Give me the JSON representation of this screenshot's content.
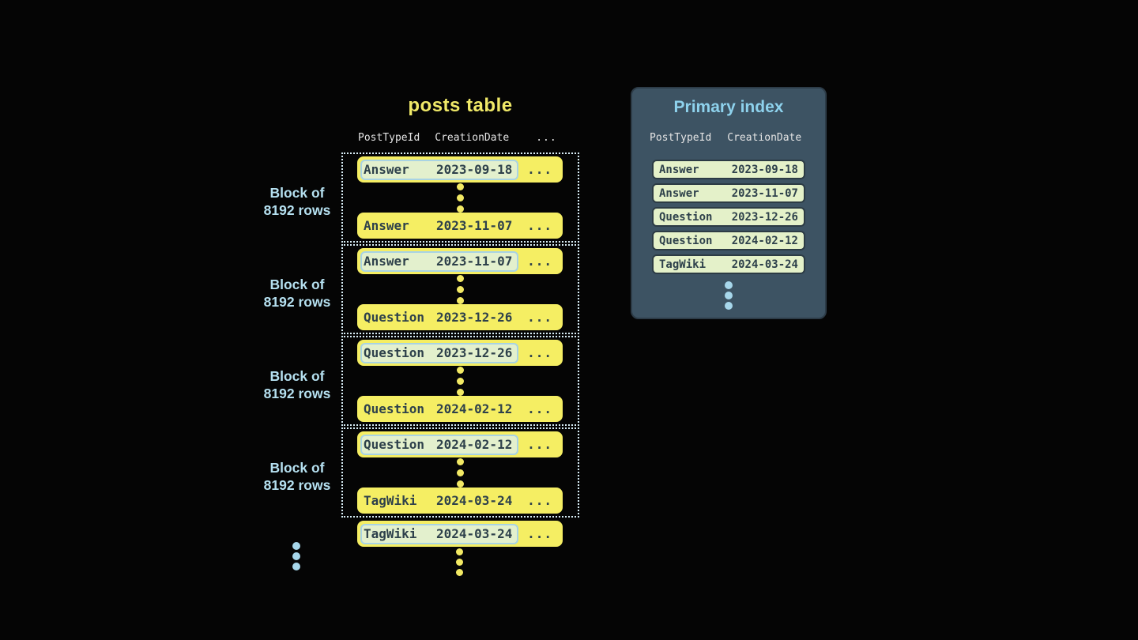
{
  "colors": {
    "background": "#050505",
    "row_yellow": "#f5ee63",
    "row_text": "#2e414b",
    "title_yellow": "#f0e968",
    "highlight_green": "#e3f0cd",
    "highlight_border_blue": "#a8d3e4",
    "block_dotted_border": "#d9eef7",
    "label_blue": "#b5e0f0",
    "header_text": "#e4e4e4",
    "panel_background": "#3d5363",
    "panel_title_blue": "#8ed2ed",
    "index_row_green": "#e4f1c9",
    "index_row_border": "#2c3b44",
    "dots_blue": "#a7d7eb"
  },
  "posts_table": {
    "title": "posts table",
    "columns": {
      "col1": "PostTypeId",
      "col2": "CreationDate",
      "col3": "..."
    },
    "row_ellipsis": "...",
    "blocks": [
      {
        "label_line1": "Block of",
        "label_line2": "8192 rows",
        "first_row": {
          "post_type": "Answer",
          "creation_date": "2023-09-18"
        },
        "last_row": {
          "post_type": "Answer",
          "creation_date": "2023-11-07"
        }
      },
      {
        "label_line1": "Block of",
        "label_line2": "8192 rows",
        "first_row": {
          "post_type": "Answer",
          "creation_date": "2023-11-07"
        },
        "last_row": {
          "post_type": "Question",
          "creation_date": "2023-12-26"
        }
      },
      {
        "label_line1": "Block of",
        "label_line2": "8192 rows",
        "first_row": {
          "post_type": "Question",
          "creation_date": "2023-12-26"
        },
        "last_row": {
          "post_type": "Question",
          "creation_date": "2024-02-12"
        }
      },
      {
        "label_line1": "Block of",
        "label_line2": "8192 rows",
        "first_row": {
          "post_type": "Question",
          "creation_date": "2024-02-12"
        },
        "last_row": {
          "post_type": "TagWiki",
          "creation_date": "2024-03-24"
        }
      }
    ],
    "overflow_row": {
      "post_type": "TagWiki",
      "creation_date": "2024-03-24"
    }
  },
  "primary_index": {
    "title": "Primary index",
    "columns": {
      "col1": "PostTypeId",
      "col2": "CreationDate"
    },
    "rows": [
      {
        "post_type": "Answer",
        "creation_date": "2023-09-18"
      },
      {
        "post_type": "Answer",
        "creation_date": "2023-11-07"
      },
      {
        "post_type": "Question",
        "creation_date": "2023-12-26"
      },
      {
        "post_type": "Question",
        "creation_date": "2024-02-12"
      },
      {
        "post_type": "TagWiki",
        "creation_date": "2024-03-24"
      }
    ]
  }
}
